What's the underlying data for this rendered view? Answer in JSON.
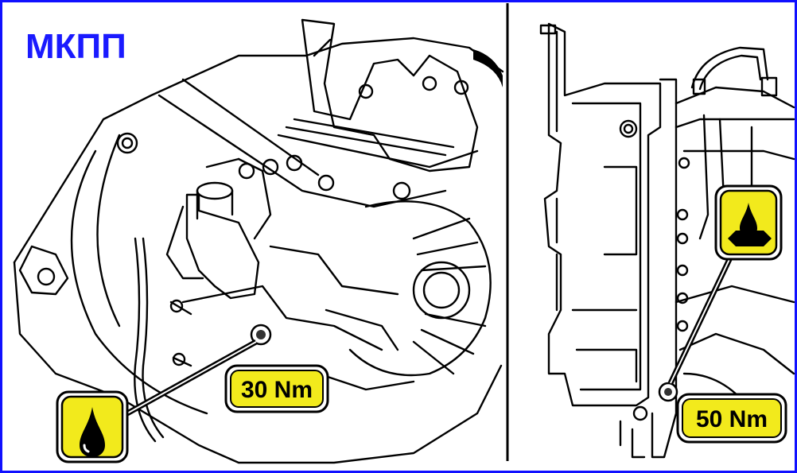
{
  "title": "МКПП",
  "left_panel": {
    "torque_label": "30 Nm",
    "icon": "oil-drop-icon",
    "callout": "drain-plug"
  },
  "right_panel": {
    "torque_label": "50 Nm",
    "icon": "oil-fill-level-icon",
    "callout": "fill-plug"
  },
  "colors": {
    "frame": "#1010ff",
    "title": "#1a1aff",
    "badge_fill": "#f2ea1c",
    "badge_border": "#000000",
    "line_art": "#000000"
  }
}
